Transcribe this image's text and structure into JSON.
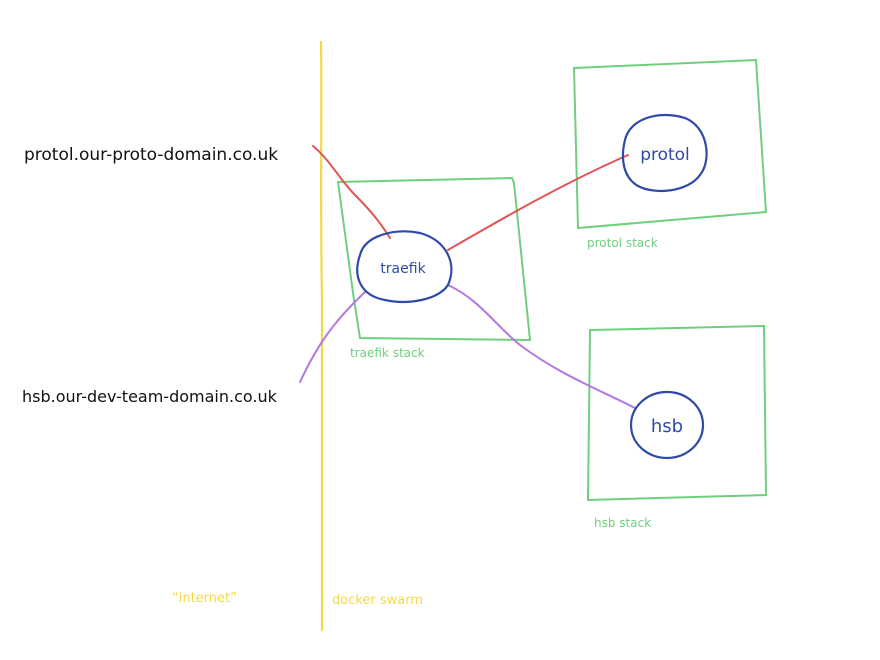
{
  "colors": {
    "background": "#ffffff",
    "boundary": "#f4d84a",
    "stack": "#6fcf7e",
    "node": "#2e4aa8",
    "route_proto": "#e05555",
    "route_hsb": "#b478e0",
    "text": "#111111"
  },
  "domains": {
    "proto": "protol.our-proto-domain.co.uk",
    "hsb": "hsb.our-dev-team-domain.co.uk"
  },
  "zones": {
    "internet": "“internet”",
    "swarm": "docker swarm"
  },
  "stacks": {
    "traefik": "traefik stack",
    "protol": "protol stack",
    "hsb": "hsb stack"
  },
  "nodes": {
    "traefik": "traefik",
    "protol": "protol",
    "hsb": "hsb"
  }
}
